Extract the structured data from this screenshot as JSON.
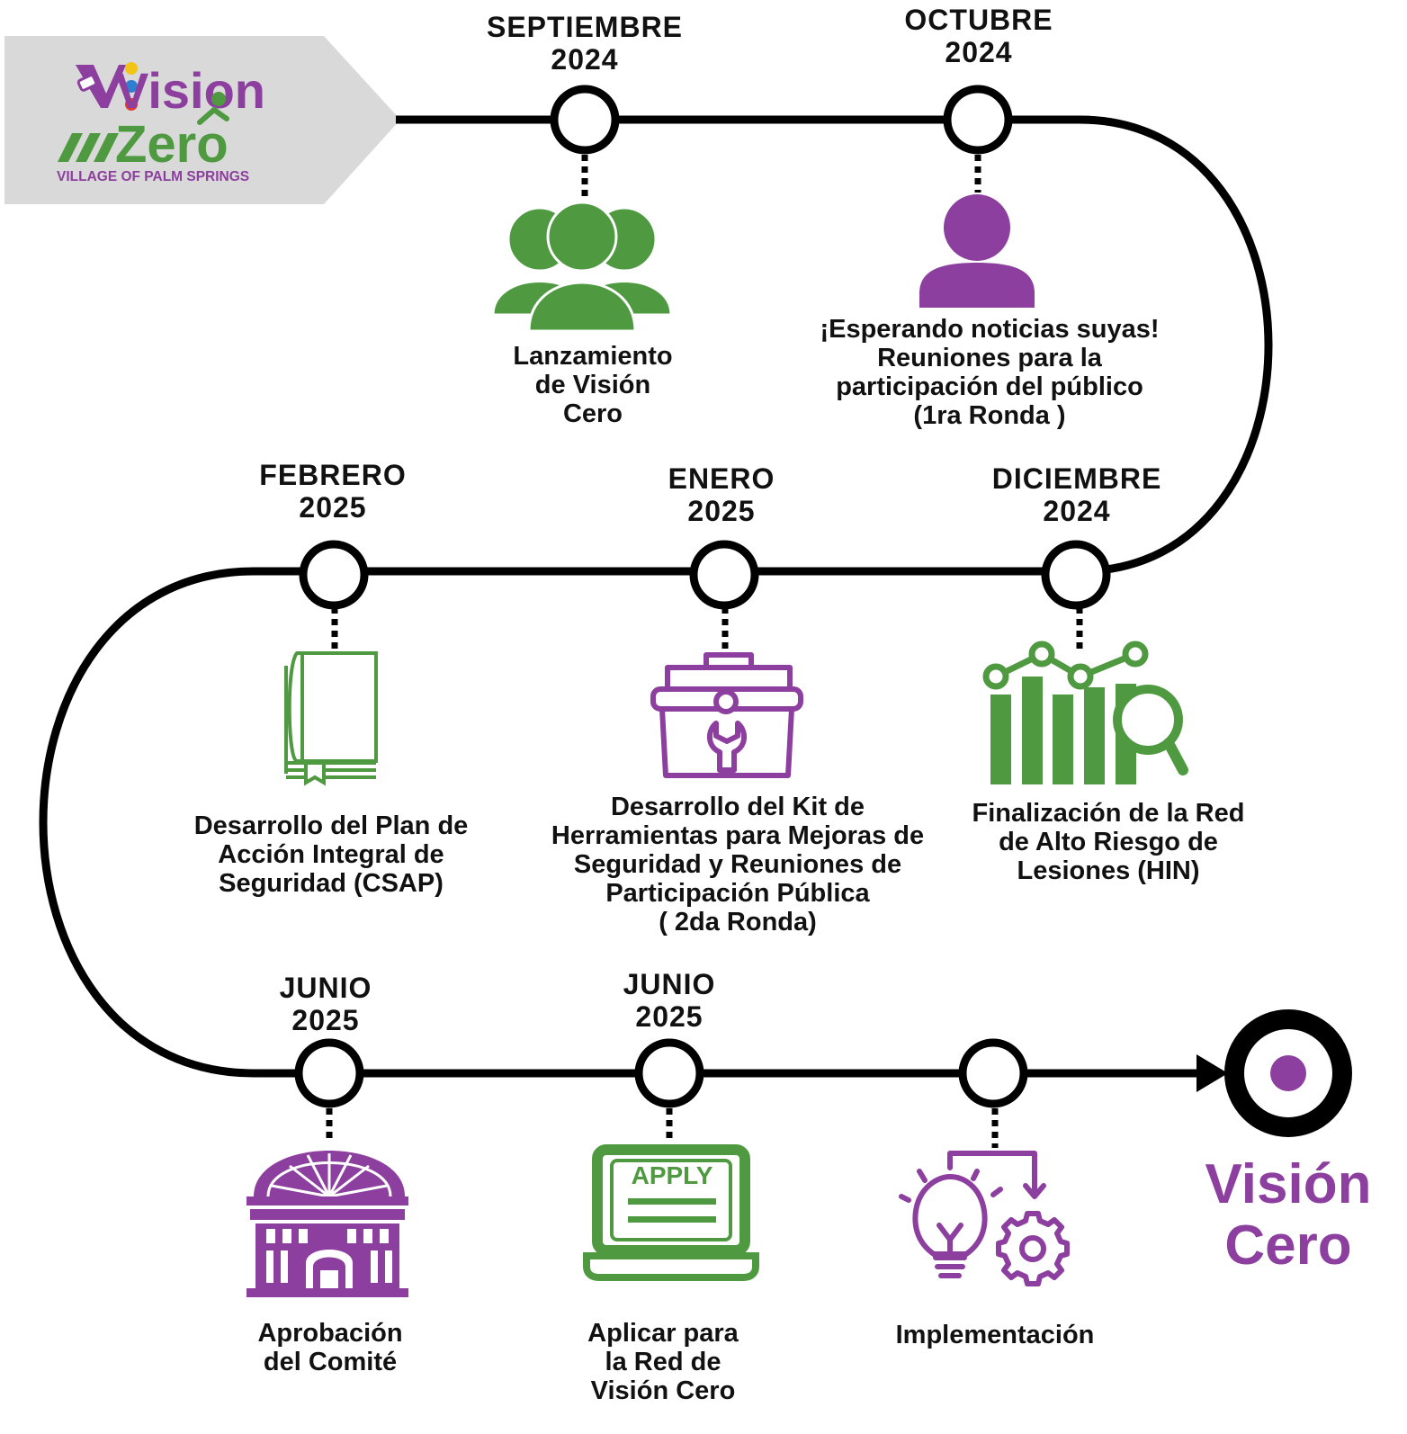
{
  "colors": {
    "green": "#4f9a41",
    "purple": "#8c3f9e",
    "line": "#000000",
    "banner": "#d9d9d9"
  },
  "logo": {
    "word_vision": "Vision",
    "word_zero": "Zero",
    "subtitle": "VILLAGE OF PALM SPRINGS"
  },
  "milestones": [
    {
      "date": [
        "SEPTIEMBRE",
        "2024"
      ],
      "desc": [
        "Lanzamiento",
        "de Visión",
        "Cero"
      ],
      "icon": "people-group-icon"
    },
    {
      "date": [
        "OCTUBRE",
        "2024"
      ],
      "desc": [
        "¡Esperando noticias suyas!",
        "Reuniones para la",
        "participación del público",
        "(1ra Ronda )"
      ],
      "icon": "person-icon"
    },
    {
      "date": [
        "DICIEMBRE",
        "2024"
      ],
      "desc": [
        "Finalización de la Red",
        "de Alto Riesgo de",
        "Lesiones (HIN)"
      ],
      "icon": "chart-magnifier-icon"
    },
    {
      "date": [
        "ENERO",
        "2025"
      ],
      "desc": [
        "Desarrollo del Kit de",
        "Herramientas para Mejoras de",
        "Seguridad y Reuniones de",
        "Participación Pública",
        "( 2da Ronda)"
      ],
      "icon": "toolbox-icon"
    },
    {
      "date": [
        "FEBRERO",
        "2025"
      ],
      "desc": [
        "Desarrollo del Plan de",
        "Acción Integral de",
        "Seguridad (CSAP)"
      ],
      "icon": "book-icon"
    },
    {
      "date": [
        "JUNIO",
        "2025"
      ],
      "desc": [
        "Aprobación",
        "del Comité"
      ],
      "icon": "government-building-icon"
    },
    {
      "date": [
        "JUNIO",
        "2025"
      ],
      "desc": [
        "Aplicar para",
        "la Red de",
        "Visión Cero"
      ],
      "icon": "apply-laptop-icon",
      "icon_text": "APPLY"
    },
    {
      "date": [],
      "desc": [
        "Implementación"
      ],
      "icon": "lightbulb-gear-icon"
    }
  ],
  "end": {
    "title": [
      "Visión",
      "Cero"
    ],
    "icon": "target-icon"
  }
}
